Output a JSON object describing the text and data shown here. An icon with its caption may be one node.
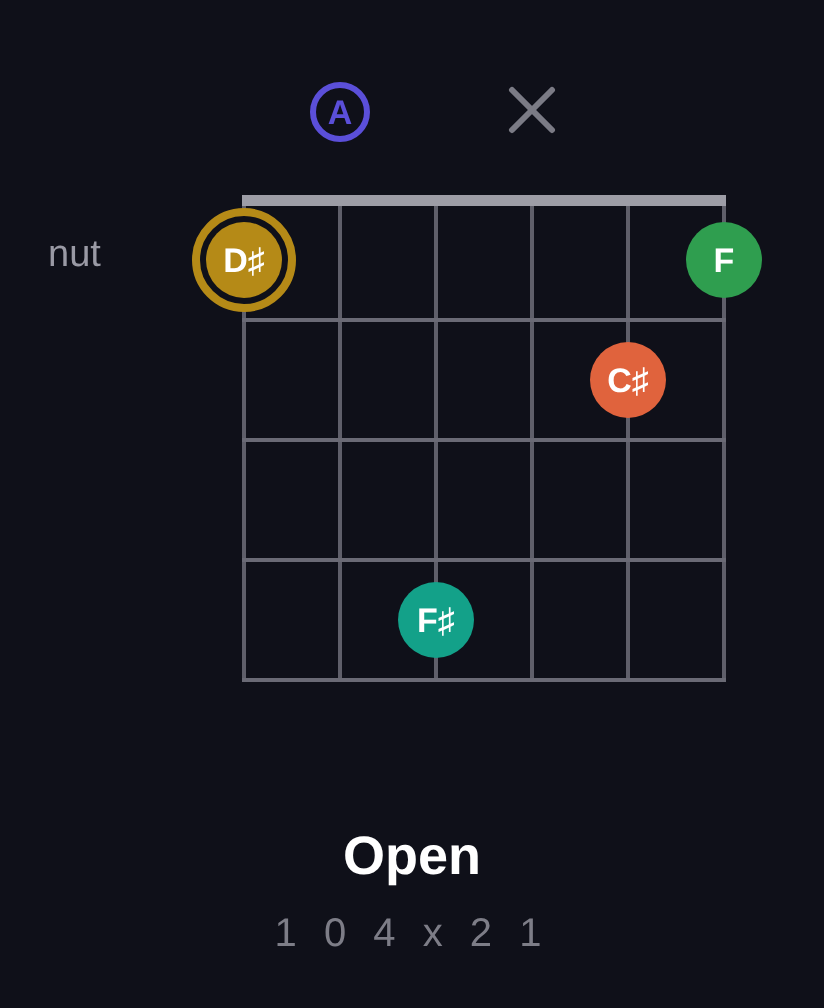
{
  "diagram": {
    "title": "Open",
    "caption": "1 0 4 x 2 1",
    "nodes": [
      {
        "text": [
          "A"
        ]
      },
      {
        "text": [
          "D♯"
        ]
      },
      {
        "text": [
          "F"
        ]
      },
      {
        "text": [
          "C♯"
        ]
      },
      {
        "text": [
          "F♯"
        ]
      }
    ],
    "labels": [
      "nut"
    ]
  }
}
